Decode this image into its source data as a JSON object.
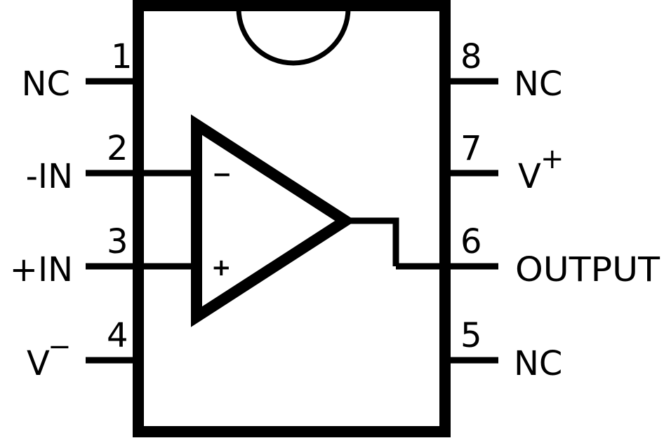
{
  "left_pins": [
    {
      "number": "1",
      "label": "NC"
    },
    {
      "number": "2",
      "label": "-IN"
    },
    {
      "number": "3",
      "label": "+IN"
    },
    {
      "number": "4",
      "label": "V",
      "superscript": "−"
    }
  ],
  "right_pins": [
    {
      "number": "8",
      "label": "NC"
    },
    {
      "number": "7",
      "label": "V",
      "superscript": "+"
    },
    {
      "number": "6",
      "label": "OUTPUT"
    },
    {
      "number": "5",
      "label": "NC"
    }
  ],
  "opamp": {
    "inverting_sign": "−",
    "noninverting_sign": "+"
  }
}
